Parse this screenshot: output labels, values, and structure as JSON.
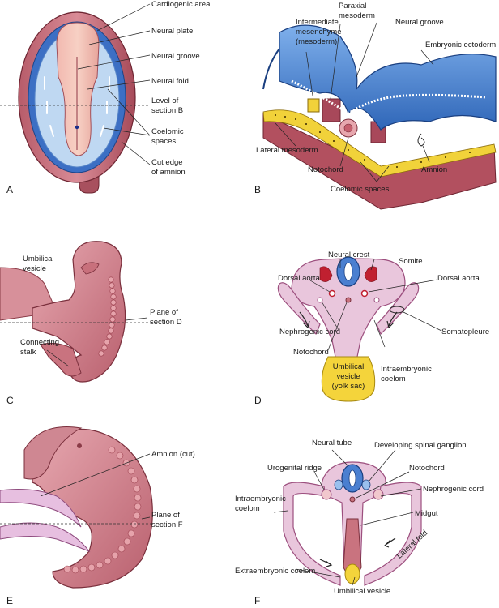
{
  "panels": {
    "a": {
      "letter": "A",
      "labels": [
        "Cardiogenic area",
        "Neural plate",
        "Neural groove",
        "Neural fold",
        "Level of",
        "section B",
        "Coelomic",
        "spaces",
        "Cut edge",
        "of amnion"
      ]
    },
    "b": {
      "letter": "B",
      "labels": [
        "Paraxial",
        "mesoderm",
        "Intermediate",
        "mesenchyme",
        "(mesoderm)",
        "Neural groove",
        "Embryonic ectoderm",
        "Lateral mesoderm",
        "Notochord",
        "Amnion",
        "Coelomic spaces"
      ]
    },
    "c": {
      "letter": "C",
      "labels": [
        "Umbilical",
        "vesicle",
        "Plane of",
        "section D",
        "Connecting",
        "stalk"
      ]
    },
    "d": {
      "letter": "D",
      "labels": [
        "Neural crest",
        "Somite",
        "Dorsal aorta",
        "Dorsal aorta",
        "Nephrogenic cord",
        "Somatopleure",
        "Notochord",
        "Umbilical",
        "vesicle",
        "(yolk sac)",
        "Intraembryonic",
        "coelom"
      ]
    },
    "e": {
      "letter": "E",
      "labels": [
        "Amnion (cut)",
        "Plane of",
        "section F"
      ]
    },
    "f": {
      "letter": "F",
      "labels": [
        "Neural tube",
        "Developing spinal ganglion",
        "Urogenital ridge",
        "Notochord",
        "Nephrogenic cord",
        "Intraembryonic",
        "coelom",
        "Midgut",
        "Lateral fold",
        "Extraembryonic coelom",
        "Umbilical vesicle"
      ]
    }
  }
}
